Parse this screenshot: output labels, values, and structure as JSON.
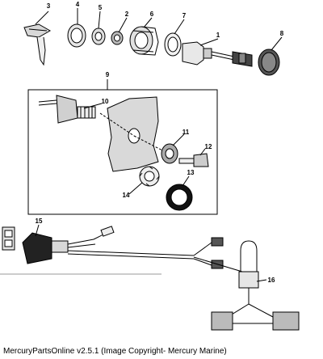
{
  "callouts": {
    "c1": "1",
    "c2": "2",
    "c3": "3",
    "c4": "4",
    "c5": "5",
    "c6": "6",
    "c7": "7",
    "c8": "8",
    "c9": "9",
    "c10": "10",
    "c11": "11",
    "c12": "12",
    "c13": "13",
    "c14": "14",
    "c15": "15",
    "c16": "16"
  },
  "caption": "MercuryPartsOnline v2.5.1 (Image Copyright- Mercury Marine)"
}
